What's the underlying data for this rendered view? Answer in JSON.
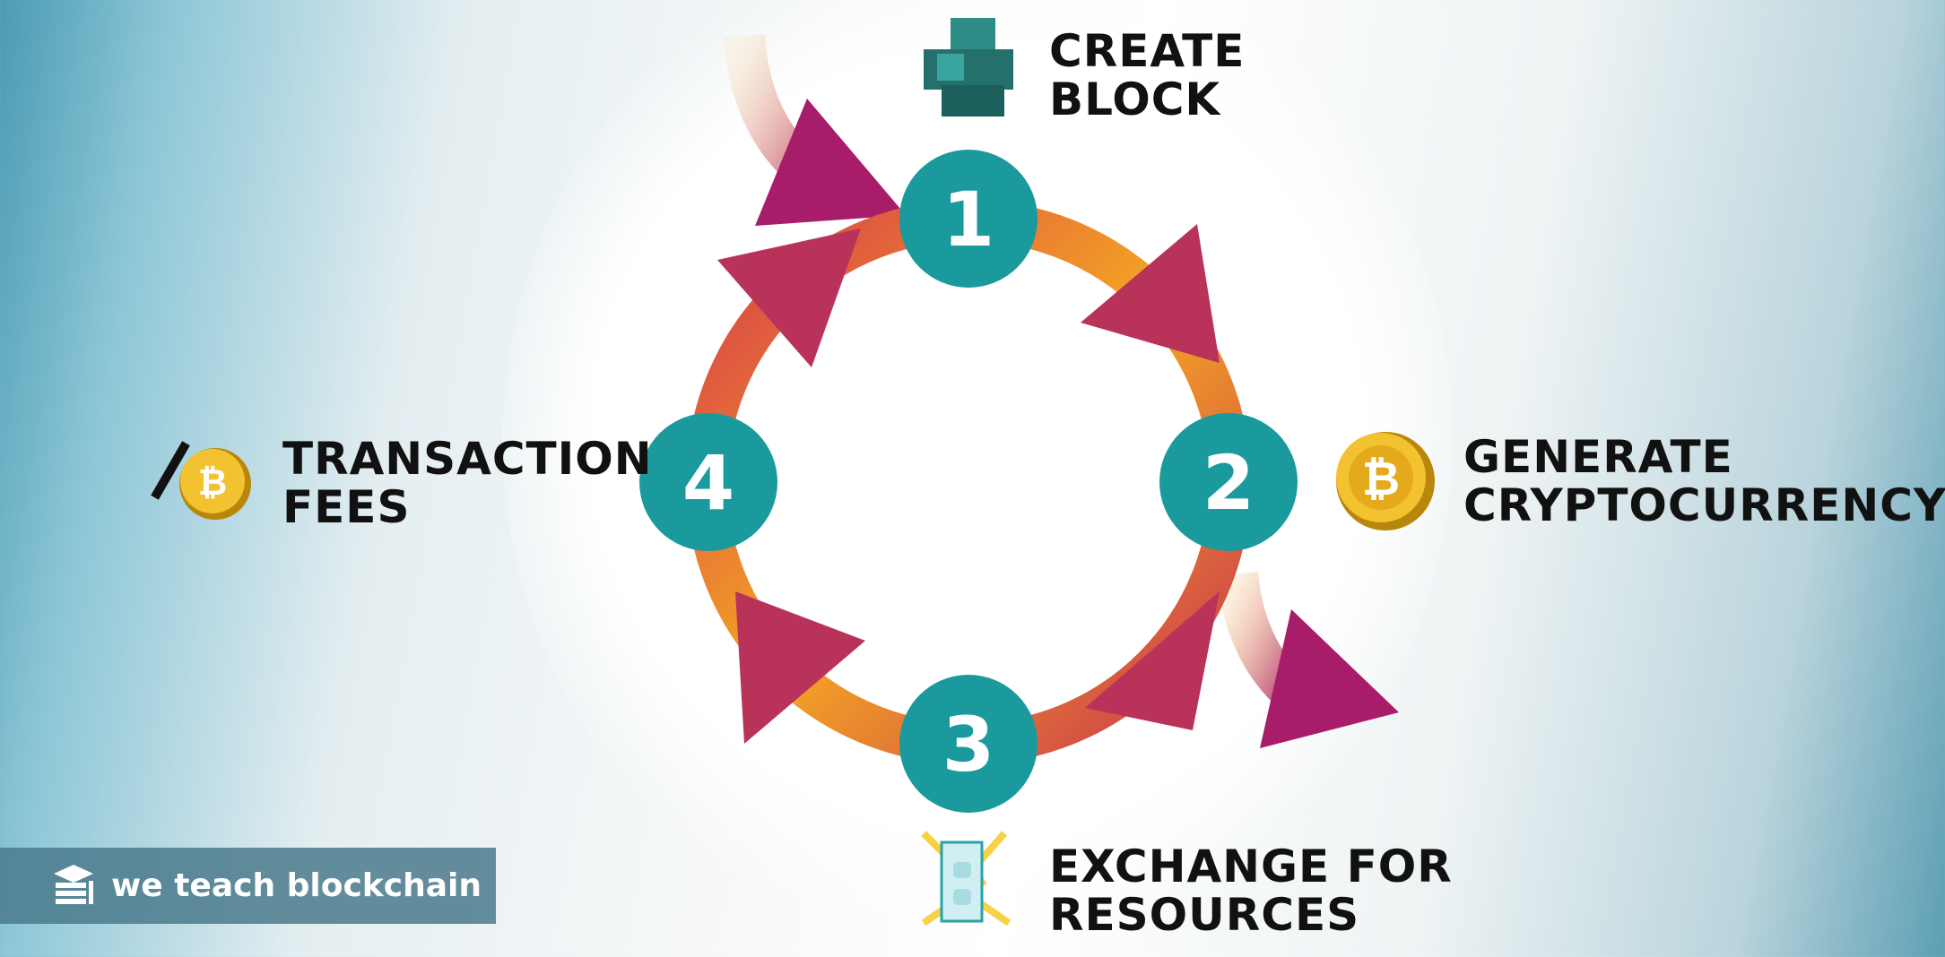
{
  "diagram": {
    "type": "cycle",
    "steps": [
      {
        "number": "1",
        "label_line1": "CREATE",
        "label_line2": "BLOCK",
        "icon": "cube-block-icon"
      },
      {
        "number": "2",
        "label_line1": "GENERATE",
        "label_line2": "CRYPTOCURRENCY",
        "icon": "bitcoin-coin-icon"
      },
      {
        "number": "3",
        "label_line1": "EXCHANGE FOR",
        "label_line2": "RESOURCES",
        "icon": "electric-outlet-icon"
      },
      {
        "number": "4",
        "label_line1": "TRANSACTION",
        "label_line2": "FEES",
        "icon": "bitcoin-fee-icon"
      }
    ],
    "colors": {
      "node": "#1a9a9c",
      "ring_start": "#f5a623",
      "ring_end": "#c8334f",
      "arrowhead": "#a81d6a"
    }
  },
  "branding": {
    "logo_text": "we teach blockchain"
  }
}
